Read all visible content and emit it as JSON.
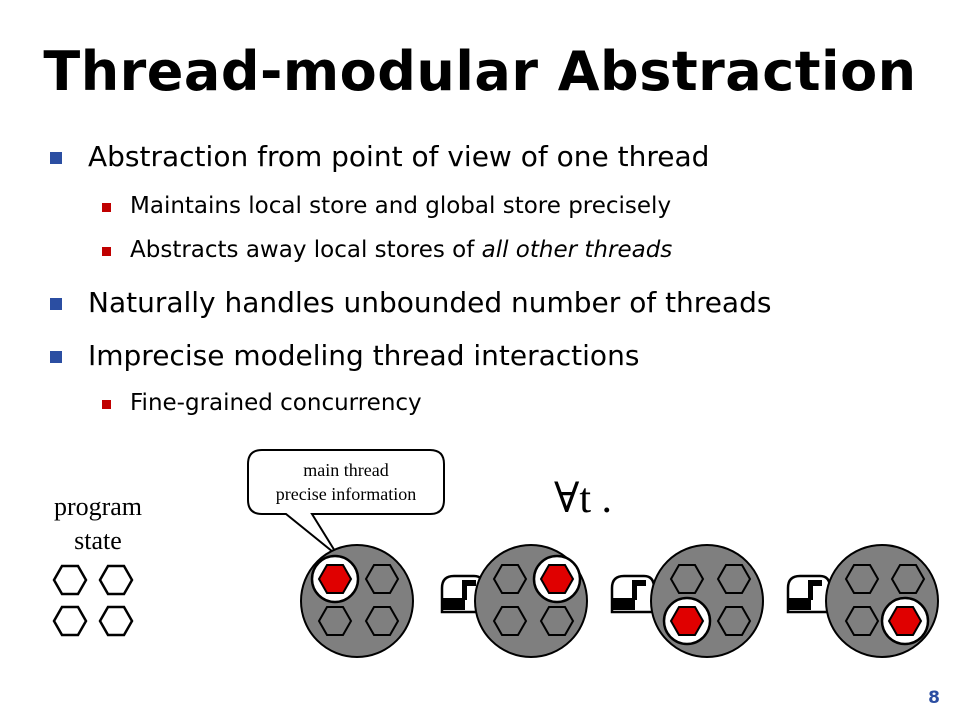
{
  "slide": {
    "title": "Thread-modular Abstraction",
    "bullets": [
      {
        "text": "Abstraction from point of view of one thread"
      },
      {
        "text": "Maintains local store and global store precisely"
      },
      {
        "text_before": "Abstracts away local stores of ",
        "text_italic": "all other threads"
      },
      {
        "text": "Naturally handles unbounded number of threads"
      },
      {
        "text": "Imprecise modeling thread interactions"
      },
      {
        "text": "Fine-grained concurrency"
      }
    ],
    "page_number": "8"
  },
  "diagram": {
    "program_state_label": "program state",
    "program_state_line1": "program",
    "program_state_line2": "state",
    "callout_line1": "main thread",
    "callout_line2": "precise information",
    "forall_label": "∀t .",
    "highlight_color": "#e00000",
    "disk_color": "#7f7f7f",
    "bullet_color": "#2b4ea2",
    "sub_bullet_color": "#c00000",
    "mailbox_icon": "mailbox-icon"
  }
}
